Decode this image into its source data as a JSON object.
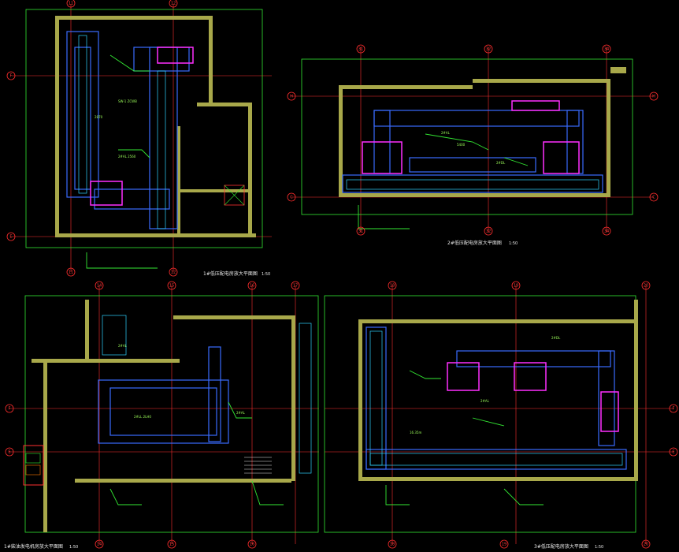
{
  "drawings": [
    {
      "id": "p1",
      "title": "1#低压配电房放大平面图",
      "scale": "1:50",
      "axes_top": [
        "11",
        "12"
      ],
      "axes_left": [
        "F",
        "E"
      ]
    },
    {
      "id": "p2",
      "title": "2#低压配电房放大平面图",
      "scale": "1:50",
      "axes_top": [
        "31",
        "32",
        "34"
      ],
      "axes_left": [
        "H",
        "C"
      ]
    },
    {
      "id": "p3",
      "title": "1#柴油发电机房放大平面图",
      "scale": "1:50",
      "axes_top": [
        "14",
        "15",
        "16",
        "17"
      ],
      "axes_left": [
        "F",
        "E"
      ]
    },
    {
      "id": "p4",
      "title": "3#低压配电房放大平面图",
      "scale": "1:50",
      "axes_top": [
        "18",
        "19",
        "20"
      ],
      "axes_left": [
        "F",
        "E"
      ]
    }
  ],
  "colors": {
    "background": "#000000",
    "wall": "#e6e6e6",
    "equipment": "#3a6cff",
    "cable_tray": "#2fd3ff",
    "panel": "#ff2fff",
    "annotation": "#33e833",
    "axis": "#ff3030"
  }
}
